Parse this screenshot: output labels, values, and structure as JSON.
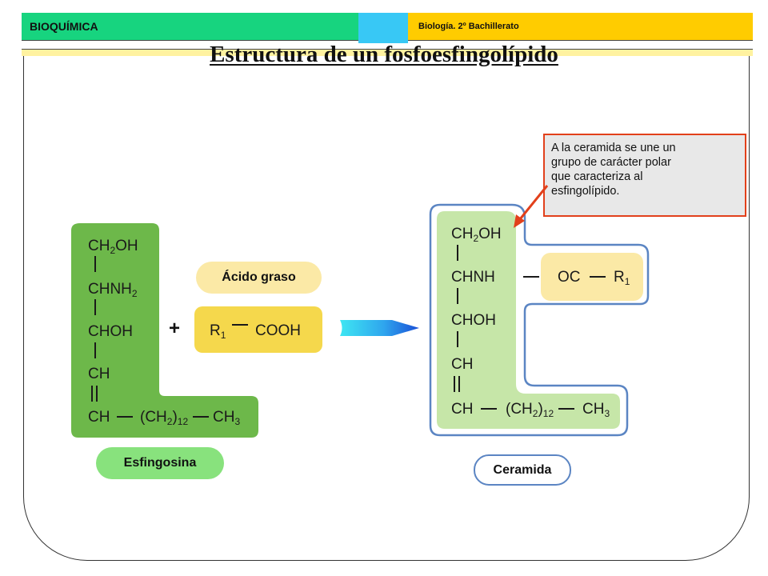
{
  "header": {
    "subject": "BIOQUÍMICA",
    "course": "Biología. 2º Bachillerato",
    "colors": {
      "green": "#17d47f",
      "blue": "#38c8f5",
      "yellow": "#ffcc00"
    }
  },
  "title": "Estructura de un fosfoesfingolípido",
  "sphingosine": {
    "label": "Esfingosina",
    "rows": [
      {
        "main": "CH",
        "sub": "2",
        "after": "OH"
      },
      {
        "main": "CHNH",
        "sub": "2",
        "after": ""
      },
      {
        "main": "CHOH",
        "sub": "",
        "after": ""
      },
      {
        "main": "CH",
        "sub": "",
        "after": ""
      },
      {
        "main": "CH",
        "sub": "",
        "after": ""
      }
    ],
    "chain": {
      "group_open": "(CH",
      "group_sub": "2",
      "group_close": ")",
      "repeat": "12",
      "end": "CH",
      "end_sub": "3"
    },
    "color": "#6db84a"
  },
  "plus": "+",
  "fatty_acid": {
    "label": "Ácido graso",
    "r": "R",
    "r_sub": "1",
    "group": "COOH",
    "color": "#f5d84c"
  },
  "ceramide": {
    "label": "Ceramida",
    "rows": [
      {
        "main": "CH",
        "sub": "2",
        "after": "OH"
      },
      {
        "main": "CHNH",
        "sub": "",
        "after": ""
      },
      {
        "main": "CHOH",
        "sub": "",
        "after": ""
      },
      {
        "main": "CH",
        "sub": "",
        "after": ""
      },
      {
        "main": "CH",
        "sub": "",
        "after": ""
      }
    ],
    "chain": {
      "group_open": "(CH",
      "group_sub": "2",
      "group_close": ")",
      "repeat": "12",
      "end": "CH",
      "end_sub": "3"
    },
    "acyl": {
      "group": "OC",
      "r": "R",
      "r_sub": "1"
    },
    "color": "#c6e6a8",
    "border_color": "#5b85c3"
  },
  "callout": {
    "lines": [
      "A la ceramida se une un",
      "grupo de carácter polar",
      "que caracteriza al",
      "esfingolípido."
    ],
    "border_color": "#e2401b"
  }
}
